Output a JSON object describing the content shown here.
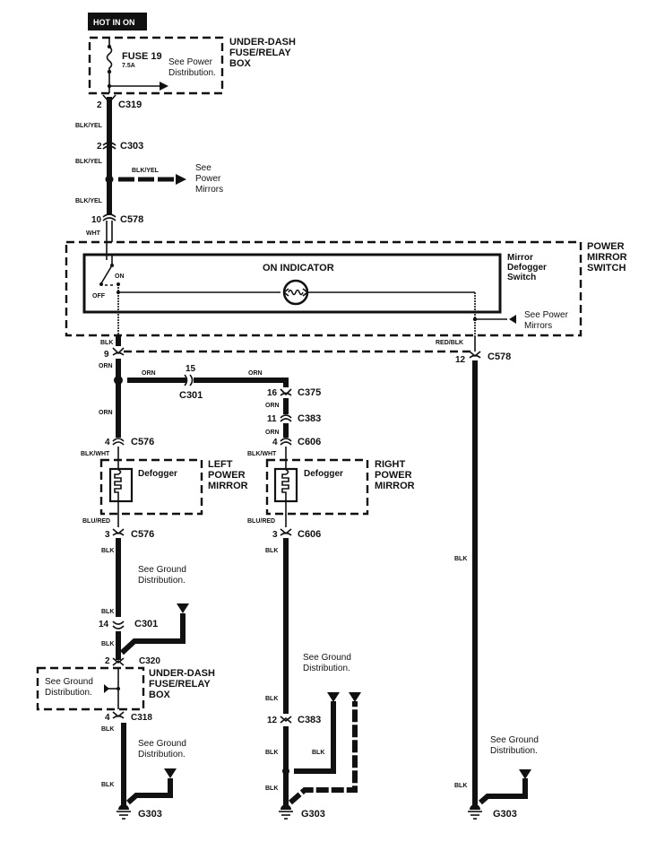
{
  "header": {
    "hot_label": "HOT IN ON"
  },
  "fuse_box_top": {
    "title_lines": [
      "UNDER-DASH",
      "FUSE/RELAY",
      "BOX"
    ],
    "fuse_name": "FUSE 19",
    "fuse_rating": "7.5A",
    "note_lines": [
      "See Power",
      "Distribution."
    ]
  },
  "connectors": {
    "c319": {
      "pin": "2",
      "name": "C319"
    },
    "c303": {
      "pin": "2",
      "name": "C303"
    },
    "c578_top": {
      "pin": "10",
      "name": "C578"
    },
    "c578_right": {
      "pin": "12",
      "name": "C578"
    },
    "c578_left": {
      "pin": "9"
    },
    "c301_orn": {
      "pin": "15",
      "name": "C301"
    },
    "c375": {
      "pin": "16",
      "name": "C375"
    },
    "c383_upper": {
      "pin": "11",
      "name": "C383"
    },
    "c606_upper": {
      "pin": "4",
      "name": "C606"
    },
    "c576_upper": {
      "pin": "4",
      "name": "C576"
    },
    "c576_lower": {
      "pin": "3",
      "name": "C576"
    },
    "c606_lower": {
      "pin": "3",
      "name": "C606"
    },
    "c301_blk": {
      "pin": "14",
      "name": "C301"
    },
    "c320": {
      "pin": "2",
      "name": "C320"
    },
    "c318": {
      "pin": "4",
      "name": "C318"
    },
    "c383_lower": {
      "pin": "12",
      "name": "C383"
    }
  },
  "wire_colors": {
    "blk_yel": "BLK/YEL",
    "wht": "WHT",
    "blk": "BLK",
    "orn": "ORN",
    "red_blk": "RED/BLK",
    "blk_wht": "BLK/WHT",
    "blu_red": "BLU/RED"
  },
  "branch_power_mirrors": {
    "wire": "BLK/YEL",
    "note_lines": [
      "See",
      "Power",
      "Mirrors"
    ]
  },
  "power_mirror_switch": {
    "title_lines": [
      "POWER",
      "MIRROR",
      "SWITCH"
    ],
    "indicator_label": "ON INDICATOR",
    "switch_label_lines": [
      "Mirror",
      "Defogger",
      "Switch"
    ],
    "on_label": "ON",
    "off_label": "OFF",
    "see_power_mirrors_lines": [
      "See Power",
      "Mirrors"
    ]
  },
  "left_mirror": {
    "title_lines": [
      "LEFT",
      "POWER",
      "MIRROR"
    ],
    "element_label": "Defogger"
  },
  "right_mirror": {
    "title_lines": [
      "RIGHT",
      "POWER",
      "MIRROR"
    ],
    "element_label": "Defogger"
  },
  "fuse_box_bottom": {
    "title_lines": [
      "UNDER-DASH",
      "FUSE/RELAY",
      "BOX"
    ],
    "note_lines": [
      "See Ground",
      "Distribution."
    ]
  },
  "ground_notes": {
    "lines": [
      "See Ground",
      "Distribution."
    ]
  },
  "grounds": {
    "left": "G303",
    "middle": "G303",
    "right": "G303"
  }
}
